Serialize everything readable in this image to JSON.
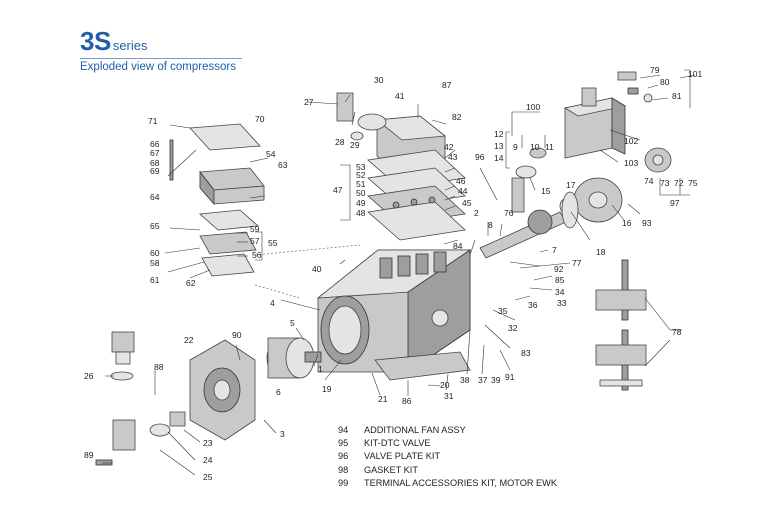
{
  "header": {
    "series_code": "3S",
    "series_word": "series",
    "subtitle": "Exploded view of compressors"
  },
  "callouts": [
    "1",
    "3",
    "4",
    "5",
    "6",
    "7",
    "8",
    "15",
    "16",
    "17",
    "18",
    "19",
    "20",
    "21",
    "22",
    "23",
    "24",
    "25",
    "26",
    "27",
    "28",
    "29",
    "30",
    "31",
    "32",
    "33",
    "34",
    "35",
    "36",
    "37",
    "38",
    "39",
    "40",
    "41",
    "42",
    "43",
    "44",
    "45",
    "46",
    "47",
    "48",
    "49",
    "50",
    "51",
    "52",
    "53",
    "54",
    "55",
    "56",
    "57",
    "58",
    "59",
    "60",
    "61",
    "62",
    "63",
    "64",
    "65",
    "66",
    "67",
    "68",
    "69",
    "70",
    "71",
    "72",
    "73",
    "74",
    "75",
    "76",
    "77",
    "78",
    "79",
    "80",
    "81",
    "82",
    "83",
    "84",
    "85",
    "86",
    "87",
    "88",
    "89",
    "90",
    "91",
    "92",
    "93",
    "96",
    "97",
    "100",
    "101",
    "102",
    "103",
    "2",
    "9",
    "10",
    "11",
    "12",
    "13",
    "14"
  ],
  "legend": [
    {
      "num": "94",
      "text": "ADDITIONAL FAN ASSY"
    },
    {
      "num": "95",
      "text": "KIT-DTC VALVE"
    },
    {
      "num": "96",
      "text": "VALVE PLATE KIT"
    },
    {
      "num": "98",
      "text": "GASKET KIT"
    },
    {
      "num": "99",
      "text": "TERMINAL ACCESSORIES KIT, MOTOR EWK"
    }
  ]
}
